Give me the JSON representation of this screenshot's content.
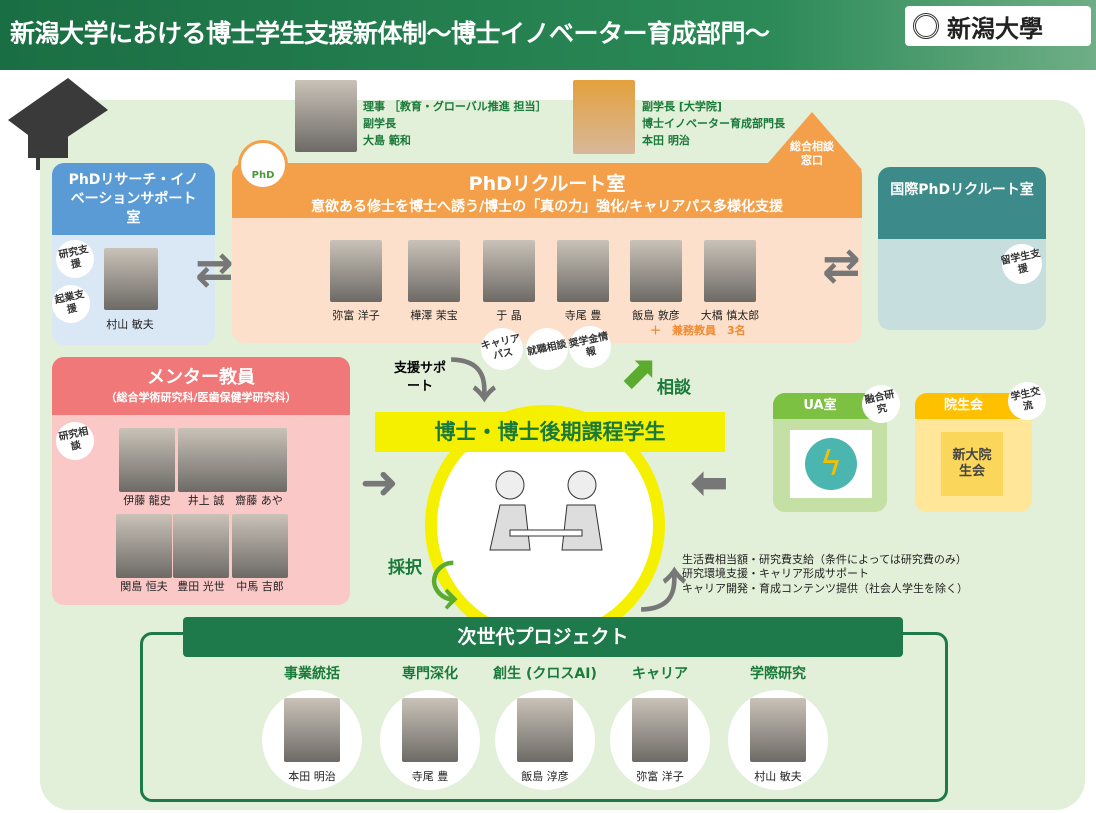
{
  "header": {
    "title": "新潟大学における博士学生支援新体制～博士イノベーター育成部門～",
    "logo_text": "新潟大學"
  },
  "executives": [
    {
      "line1": "理事 ［教育・グローバル推進 担当］",
      "line2": "副学長",
      "name": "大島 範和"
    },
    {
      "line1": "副学長 [大学院]",
      "line2": "博士イノベーター育成部門長",
      "name": "本田 明治"
    }
  ],
  "consult_window": "総合相談窓口",
  "research_support": {
    "title": "PhDリサーチ・イノベーションサポート室",
    "bubbles": [
      "研究支援",
      "起業支援"
    ],
    "member": "村山 敏夫"
  },
  "recruit": {
    "logo": "PhD",
    "title": "PhDリクルート室",
    "subtitle": "意欲ある修士を博士へ誘う/博士の「真の力」強化/キャリアパス多様化支援",
    "members": [
      "弥富 洋子",
      "樺澤 茉宝",
      "于 晶",
      "寺尾 豊",
      "飯島 敦彦",
      "大橋 慎太郎"
    ],
    "extra": "＋　兼務教員　3名",
    "bubbles": [
      "キャリアパス",
      "就職相談",
      "奨学金情報"
    ]
  },
  "international": {
    "title": "国際PhDリクルート室",
    "bubble": "留学生支援"
  },
  "mentor": {
    "title": "メンター教員",
    "subtitle": "（総合学術研究科/医歯保健学研究科）",
    "bubble": "研究相談",
    "members": [
      "伊藤 龍史",
      "井上 誠",
      "齋藤 あや",
      "関島 恒夫",
      "豊田 光世",
      "中馬 吉郎"
    ]
  },
  "center": {
    "label": "博士・博士後期課程学生",
    "support": "支援サポート",
    "consult": "相談",
    "adopt": "採択"
  },
  "ua": {
    "title": "UA室",
    "bubble": "融合研究"
  },
  "student_council": {
    "title": "院生会",
    "bubble": "学生交流",
    "logo_text": "新大院生会"
  },
  "benefits": [
    "生活費相当額・研究費支給（条件によっては研究費のみ）",
    "研究環境支援・キャリア形成サポート",
    "キャリア開発・育成コンテンツ提供（社会人学生を除く）"
  ],
  "project": {
    "title": "次世代プロジェクト",
    "items": [
      {
        "role": "事業統括",
        "name": "本田 明治"
      },
      {
        "role": "専門深化",
        "name": "寺尾 豊"
      },
      {
        "role": "創生 (クロスAI)",
        "name": "飯島 淳彦"
      },
      {
        "role": "キャリア",
        "name": "弥富 洋子"
      },
      {
        "role": "学際研究",
        "name": "村山 敏夫"
      }
    ]
  }
}
